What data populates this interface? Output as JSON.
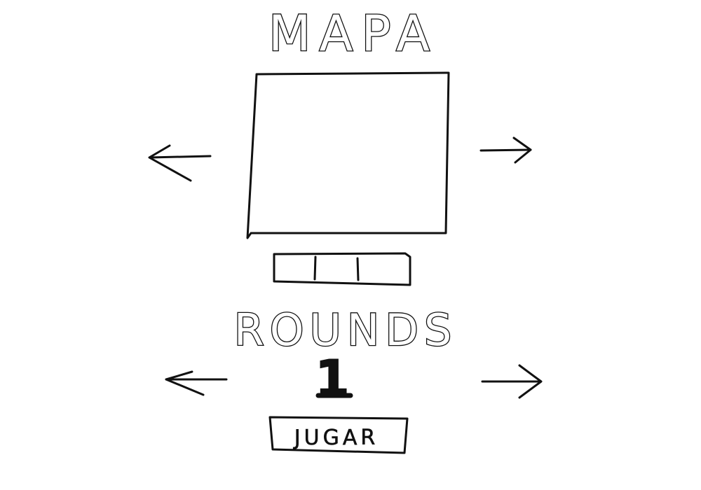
{
  "map_section": {
    "title": "MAPA",
    "prev_arrow_icon": "left-arrow-icon",
    "next_arrow_icon": "right-arrow-icon",
    "preview_slots": 3
  },
  "rounds_section": {
    "title": "ROUNDS",
    "value": "1",
    "prev_arrow_icon": "left-arrow-icon",
    "next_arrow_icon": "right-arrow-icon"
  },
  "play_button": {
    "label": "JUGAR"
  }
}
